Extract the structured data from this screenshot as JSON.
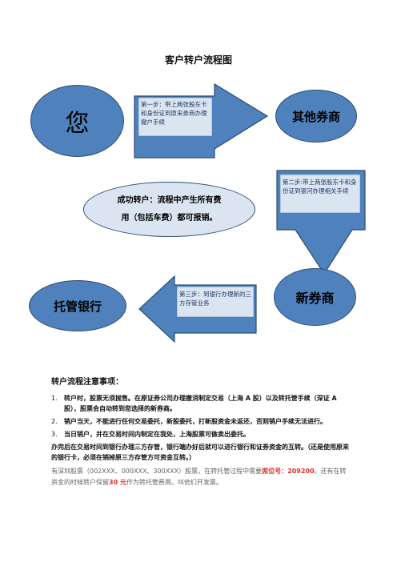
{
  "title": "客户转户流程图",
  "nodes": {
    "you": "您",
    "other_broker": "其他券商",
    "new_broker": "新券商",
    "custodian_bank": "托管银行",
    "success_line1": "成功转户：流程中产生所有费",
    "success_line2": "用（包括车费）都可报销。"
  },
  "steps": {
    "step1": "第一步：带上两张股东卡和身份证到原来券商办理撤户手续",
    "step2": "第二步:带上两张股东卡和身份证到银河办理相关手续",
    "step3": "第三步：到银行办理新的三方存管业务"
  },
  "notes": {
    "heading": "转户流程注意事项：",
    "items": [
      {
        "num": "1.",
        "text": "转户时，股票无须抛售。在原证券公司办理撤消制定交易（上海 A 股）以及转托管手续（深证 A 股），股票会自动转到您选择的新券商。"
      },
      {
        "num": "2.",
        "text": "销户当天，不能进行任何交易委托，新股委托，打新股资金未返还，否则销户手续无法进行。"
      },
      {
        "num": "3.",
        "text": "当日销户，并在交易时间内制定在我处，上海股票可做卖出委托。"
      }
    ],
    "extra": "办完后在交易时间到银行办理三方存管，银行端办好后就可以进行银行和证券资金的互转。（还是使用原来的银行卡，必须在销掉原三方存管方可资金互转。）",
    "footer_a": "有深圳股票（002XXX、000XXX、300XXX）股票，在转托管过程中需要",
    "footer_seat": "席位号：209200",
    "footer_b": "。还有在转资金的时候转户保留",
    "footer_amount": "30 元",
    "footer_c": "作为转托管费用。叫他们开发票。"
  },
  "colors": {
    "node_fill": "#4f81bd",
    "node_border": "#2c4d75",
    "success_fill": "#dbe5f1",
    "highlight": "#e0322a"
  }
}
